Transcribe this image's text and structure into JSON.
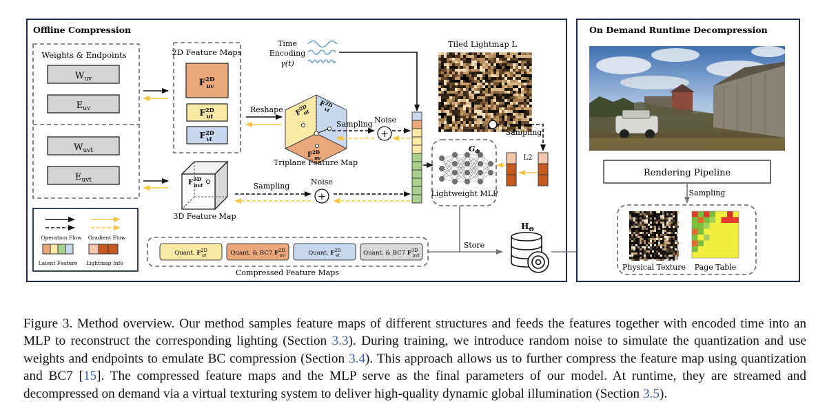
{
  "offline": {
    "title": "Offline Compression",
    "weights_title": "Weights & Endpoints",
    "w_uv": {
      "main": "W",
      "sub": "uv"
    },
    "e_uv": {
      "main": "E",
      "sub": "uv"
    },
    "w_uvt": {
      "main": "W",
      "sub": "uvt"
    },
    "e_uvt": {
      "main": "E",
      "sub": "uvt"
    },
    "feature_maps_title": "2D Feature Maps",
    "f_uv": {
      "main": "F",
      "sup": "2D",
      "sub": "uv"
    },
    "f_ut": {
      "main": "F",
      "sup": "2D",
      "sub": "ut"
    },
    "f_vt": {
      "main": "F",
      "sup": "2D",
      "sub": "vt"
    },
    "f_uvt": {
      "main": "F",
      "sup": "3D",
      "sub": "uvt"
    },
    "reshape": "Reshape",
    "sampling": "Sampling",
    "noise": "Noise",
    "triplane_label": "Triplane Feature Map",
    "feature3d_label": "3D Feature Map",
    "time_encoding_line1": "Time",
    "time_encoding_line2": "Encoding",
    "time_encoding_symbol": "γ(t)",
    "lightmap_title": "Tiled Lightmap L",
    "g_phi": {
      "main": "G",
      "sub": "Φ"
    },
    "mlp_label": "Lightweight MLP",
    "l2": "L2",
    "lightmap_sampling": "Sampling",
    "store": "Store",
    "h_theta": {
      "main": "H",
      "sub": "Θ"
    },
    "compressed_label": "Compressed Feature Maps",
    "quant": [
      {
        "prefix": "Quant. ",
        "main": "F",
        "sup": "2D",
        "sub": "ut",
        "color": "#fbe9a6"
      },
      {
        "prefix": "Quant. & BC7 ",
        "main": "F",
        "sup": "2D",
        "sub": "uv",
        "color": "#eaa87a"
      },
      {
        "prefix": "Quant. ",
        "main": "F",
        "sup": "2D",
        "sub": "vt",
        "color": "#c8d8ee"
      },
      {
        "prefix": "Quant. & BC7 ",
        "main": "F",
        "sup": "3D",
        "sub": "uvt",
        "color": "#d9d9d9"
      }
    ],
    "legend": {
      "operation_flow": "Operation Flow",
      "gradient_flow": "Gradient Flow",
      "latent_feature": "Latent Feature",
      "lightmap_info": "Lightmap Info"
    }
  },
  "runtime": {
    "title": "On Demand Runtime Decompression",
    "rendering_pipeline": "Rendering Pipeline",
    "sampling": "Sampling",
    "physical_texture": "Physical Texture",
    "page_table": "Page Table"
  },
  "colors": {
    "orange": "#eaa87a",
    "yellow": "#fbe9a6",
    "blue": "#c8d8ee",
    "green": "#a9d18e",
    "gradient_arrow": "#f5c542",
    "lightmap_dark": "#c65a1e",
    "lightmap_light": "#f4c7ac",
    "caption_link": "#3a5fb0"
  },
  "caption": {
    "s1": "Figure 3. Method overview. Our method samples feature maps of different structures and feeds the features together with encoded time into an MLP to reconstruct the corresponding lighting (Section ",
    "r1": "3.3",
    "s2": "). During training, we introduce random noise to simulate the quantization and use weights and endpoints to emulate BC compression (Section ",
    "r2": "3.4",
    "s3": "). This approach allows us to further compress the feature map using quantization and BC7 [",
    "r3": "15",
    "s4": "]. The compressed feature maps and the MLP serve as the final parameters of our model. At runtime, they are streamed and decompressed on demand via a virtual texturing system to deliver high-quality dynamic global illumination (Section ",
    "r4": "3.5",
    "s5": ")."
  }
}
